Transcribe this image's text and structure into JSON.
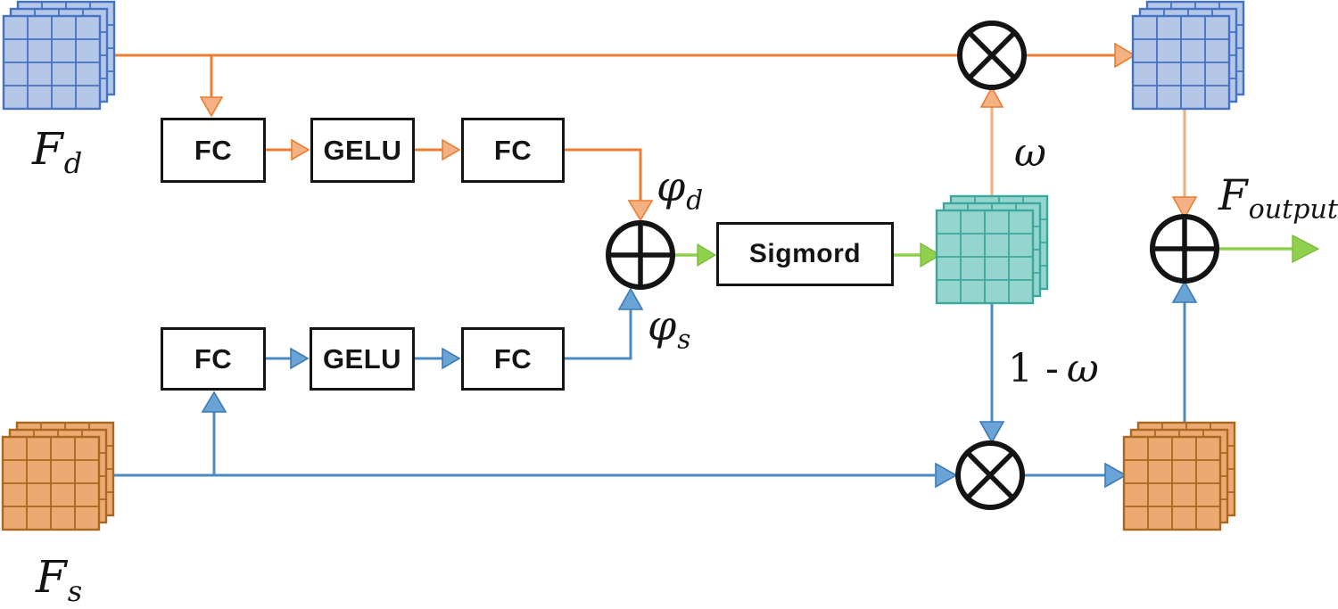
{
  "boxes": {
    "fc_top_1": "FC",
    "gelu_top": "GELU",
    "fc_top_2": "FC",
    "fc_bottom_1": "FC",
    "gelu_bottom": "GELU",
    "fc_bottom_2": "FC",
    "sigmoid": "Sigmord"
  },
  "labels": {
    "f_d": {
      "base": "F",
      "sub": "d"
    },
    "f_s": {
      "base": "F",
      "sub": "s"
    },
    "f_output": {
      "base": "F",
      "sub": "output"
    },
    "phi_d": {
      "base": "φ",
      "sub": "d"
    },
    "phi_s": {
      "base": "φ",
      "sub": "s"
    },
    "omega": "ω",
    "one_minus_omega": {
      "prefix": "1 -",
      "symbol": "ω"
    }
  },
  "operators": {
    "multiply_top": "⊗",
    "add_center": "⊕",
    "add_right": "⊕",
    "multiply_bottom": "⊗"
  },
  "colors": {
    "orange_line": "#ed7d31",
    "orange_light_line": "#f3b183",
    "orange_arrow_fill": "#f4b183",
    "blue_line": "#4a8bc2",
    "blue_arrow_fill": "#6aa3d5",
    "blue_arrow_edge": "#3d7ab5",
    "green": "#8fd04c",
    "green_edge": "#76b532",
    "blue_map_fill": "#b4c7e7",
    "blue_map_edge": "#4472c4",
    "orange_map_fill": "#ecaa72",
    "orange_map_edge": "#a9671f",
    "teal_map_fill": "#94d6cd",
    "teal_map_edge": "#3da79d"
  }
}
